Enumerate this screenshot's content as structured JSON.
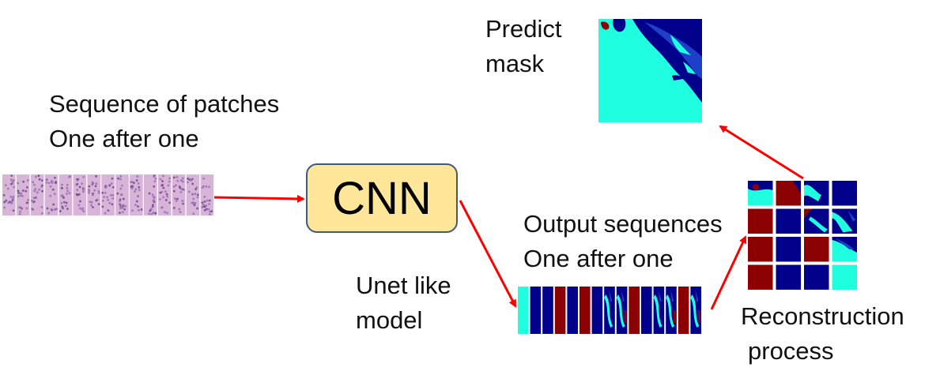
{
  "labels": {
    "input_line1": "Sequence of patches",
    "input_line2": "One after one",
    "cnn": "CNN",
    "model_line1": "Unet like",
    "model_line2": "model",
    "output_line1": "Output sequences",
    "output_line2": "One after one",
    "recon_line1": "Reconstruction",
    "recon_line2": "process",
    "predict_line1": "Predict",
    "predict_line2": "mask"
  },
  "colors": {
    "arrow": "#ff0000",
    "cnn_fill": "#ffe699",
    "cnn_border": "#41597a",
    "mask_dark_red": "#8b0000",
    "mask_navy": "#00008b",
    "mask_cyan": "#1fffe0",
    "mask_blue": "#1e40c8",
    "tissue_purple": "#9a6fb0",
    "tissue_pink": "#d8b4d8"
  },
  "input_strip": {
    "patch_count": 15
  },
  "output_strip": {
    "patches": [
      "cyan",
      "navy",
      "navy",
      "red",
      "navy",
      "red",
      "navy",
      "mixed",
      "mixed",
      "red",
      "navy",
      "mixed",
      "mixed",
      "red",
      "mixed"
    ]
  },
  "recon_grid": {
    "cells": [
      [
        "mixed-a",
        "red-b",
        "mixed-c",
        "navy"
      ],
      [
        "red",
        "navy",
        "mixed-d",
        "mixed-e"
      ],
      [
        "red",
        "navy",
        "red",
        "mixed-f"
      ],
      [
        "red",
        "navy",
        "navy",
        "cyan"
      ]
    ]
  }
}
